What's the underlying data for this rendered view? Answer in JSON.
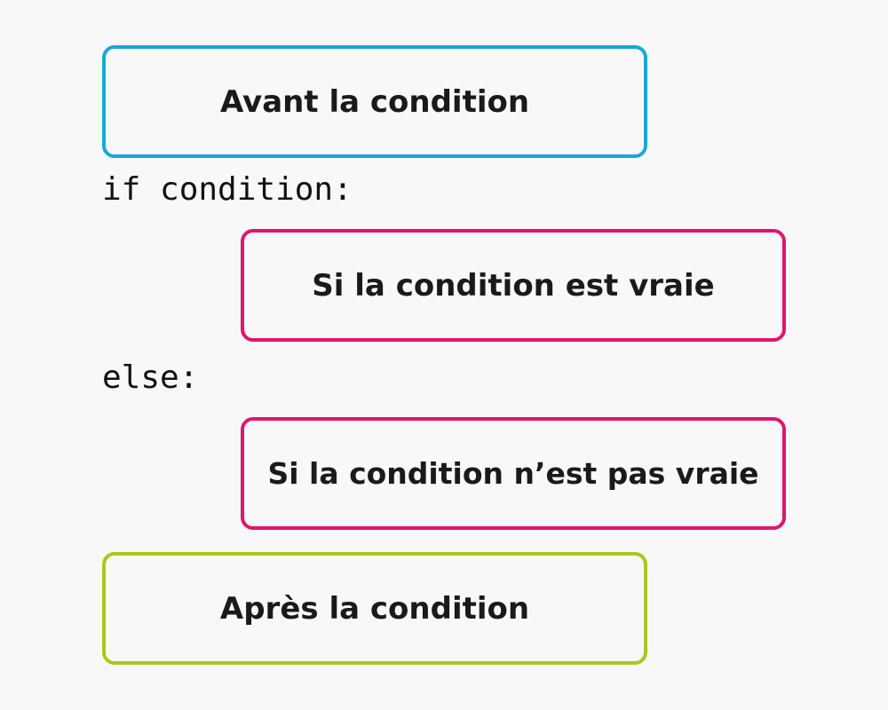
{
  "colors": {
    "background": "#f8f8f8",
    "before_border": "#1aa8d4",
    "branch_border": "#e0166e",
    "after_border": "#a8c81e",
    "text": "#1a1a1a"
  },
  "boxes": {
    "before": {
      "label": "Avant la condition"
    },
    "if_true": {
      "label": "Si la condition est vraie"
    },
    "if_false": {
      "label": "Si la condition n’est pas vraie"
    },
    "after": {
      "label": "Après la condition"
    }
  },
  "code": {
    "if_line": "if condition:",
    "else_line": "else:"
  }
}
